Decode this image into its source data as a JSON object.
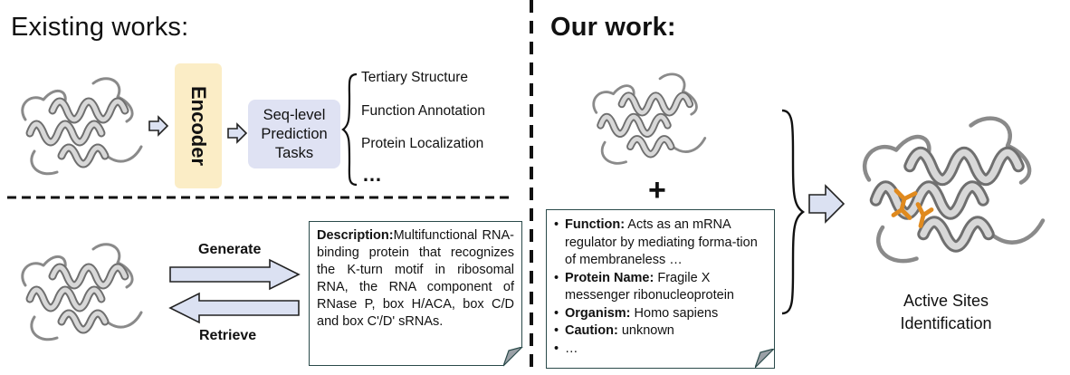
{
  "left": {
    "heading": "Existing works:",
    "encoder_label": "Encoder",
    "seq_task": [
      "Seq-level",
      "Prediction",
      "Tasks"
    ],
    "tasks": [
      "Tertiary Structure",
      "Function Annotation",
      "Protein Localization",
      "…"
    ],
    "generate_label": "Generate",
    "retrieve_label": "Retrieve",
    "description": {
      "key": "Description:",
      "text": "Multifunctional RNA-binding protein that recognizes the K-turn motif in ribosomal RNA, the RNA component of RNase P, box H/ACA, box C/D and box C'/D' sRNAs."
    }
  },
  "right": {
    "heading": "Our work:",
    "plus": "+",
    "fields": [
      {
        "key": "Function:",
        "value": "Acts as an mRNA regulator by mediating forma-tion of membraneless …"
      },
      {
        "key": "Protein Name:",
        "value": "Fragile X messenger ribonucleoprotein"
      },
      {
        "key": "Organism:",
        "value": "Homo sapiens"
      },
      {
        "key": "Caution:",
        "value": "unknown"
      },
      {
        "key": "",
        "value": "…"
      }
    ],
    "result": [
      "Active Sites",
      "Identification"
    ]
  },
  "colors": {
    "encoder_bg": "#fbedc6",
    "task_bg": "#dfe2f3",
    "arrow_fill": "#dbe1f2",
    "active_site": "#e08a1e",
    "protein_gray": "#bdbdbd"
  }
}
